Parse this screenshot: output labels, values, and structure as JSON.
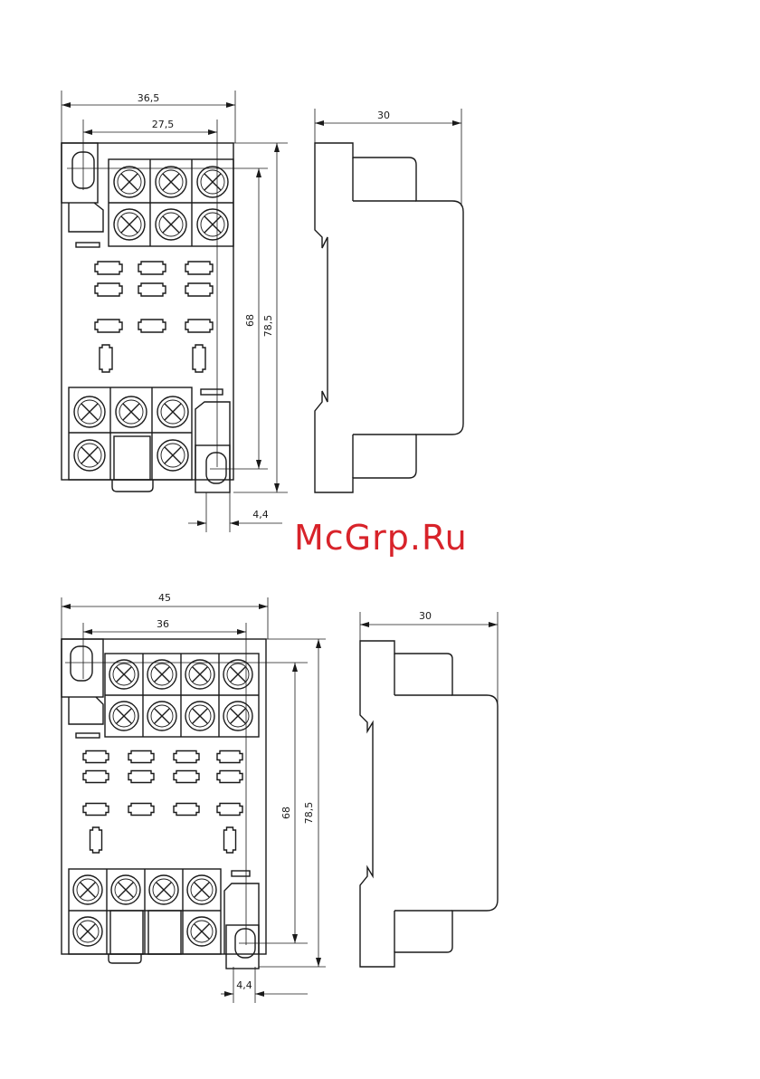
{
  "watermark": "McGrp.Ru",
  "colors": {
    "line": "#1a1a1a",
    "watermark": "#d8232a"
  },
  "top_front": {
    "width_total": "36,5",
    "width_holes": "27,5",
    "height_holes": "68",
    "height_total": "78,5",
    "offset": "4,4",
    "screw_terminals_top": 6,
    "screw_terminals_bottom": 5
  },
  "top_side": {
    "depth": "30"
  },
  "bottom_front": {
    "width_total": "45",
    "width_holes": "36",
    "height_holes": "68",
    "height_total": "78,5",
    "offset": "4,4",
    "screw_terminals_top": 8,
    "screw_terminals_bottom": 6
  },
  "bottom_side": {
    "depth": "30"
  }
}
